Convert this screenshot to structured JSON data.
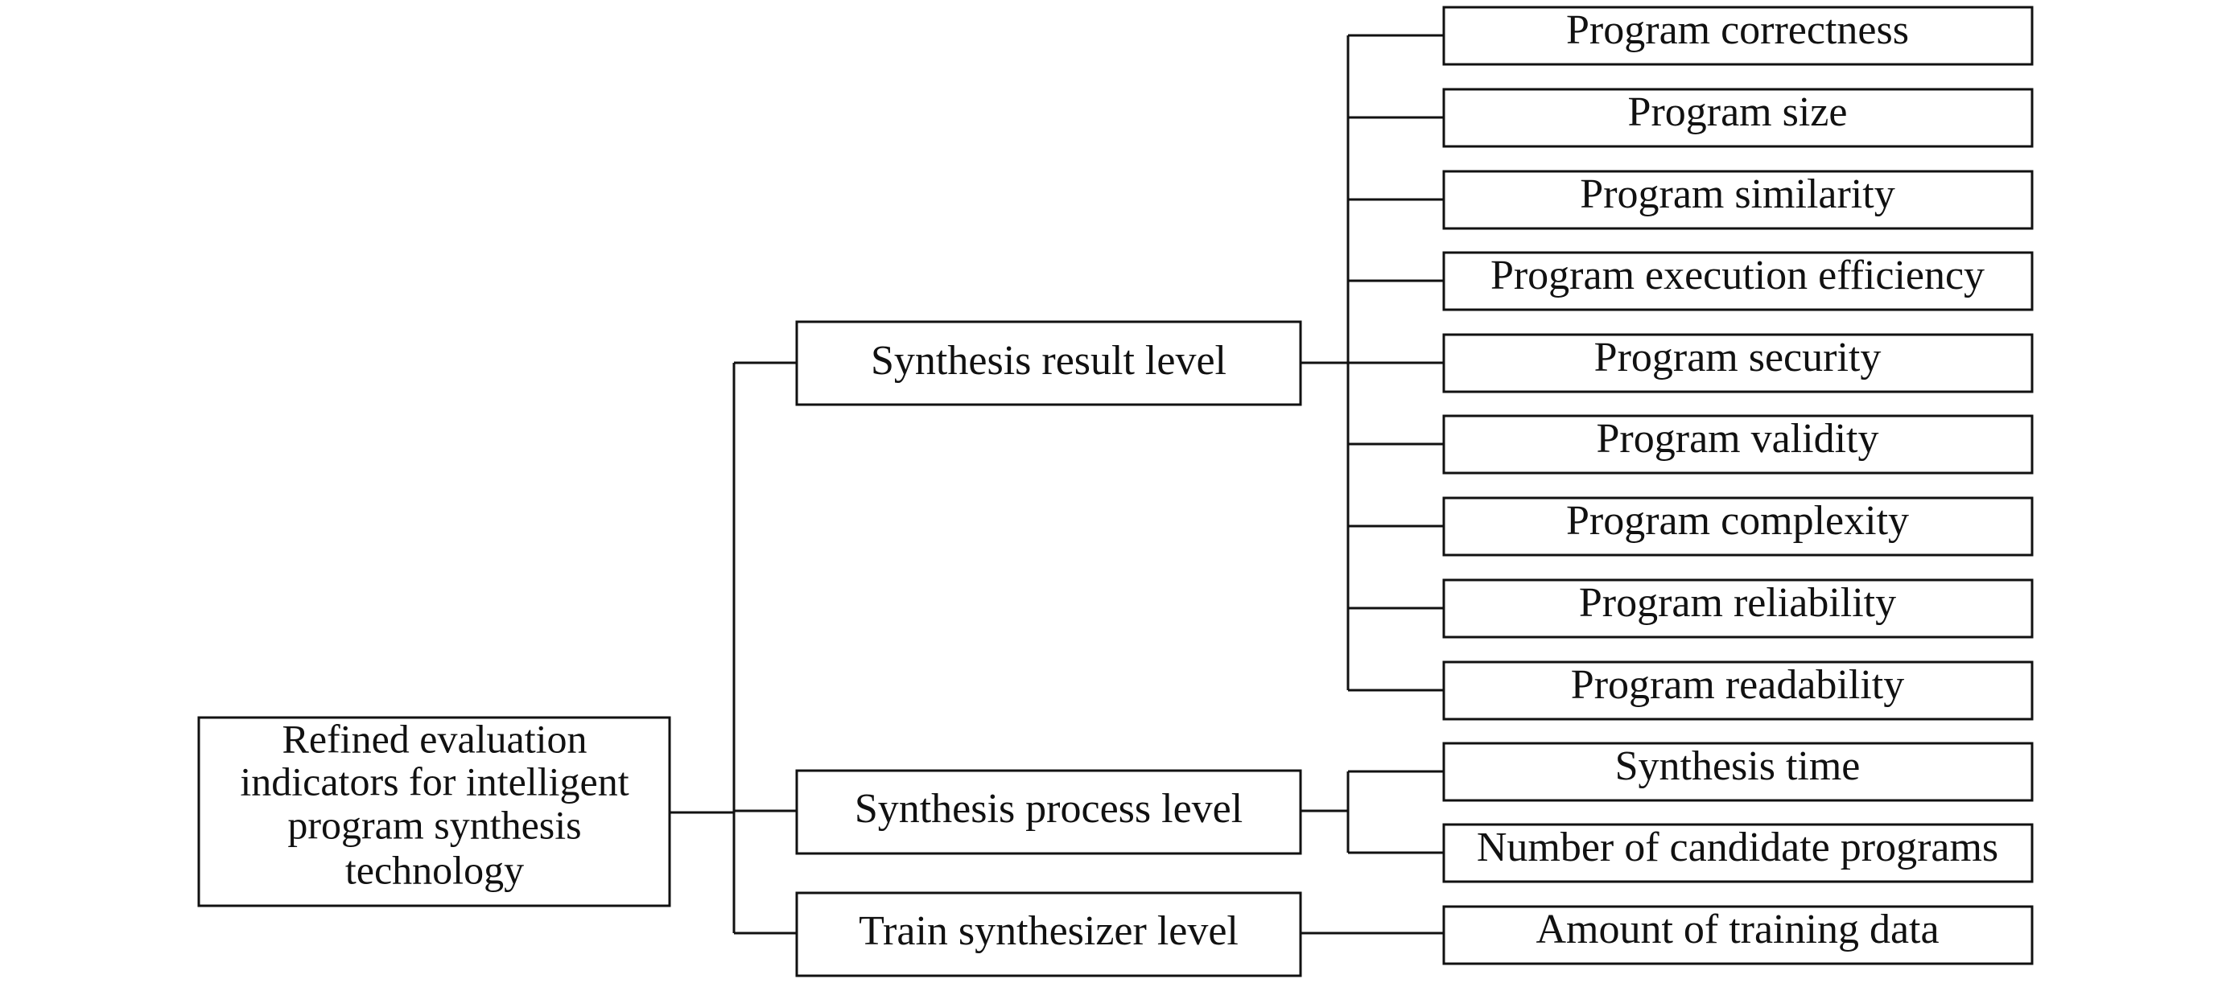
{
  "root": {
    "lines": [
      "Refined evaluation",
      "indicators for intelligent",
      "program synthesis",
      "technology"
    ]
  },
  "levels": [
    {
      "label": "Synthesis result level",
      "indicators": [
        "Program correctness",
        "Program size",
        "Program similarity",
        "Program execution efficiency",
        "Program security",
        "Program validity",
        "Program complexity",
        "Program reliability",
        "Program readability"
      ]
    },
    {
      "label": "Synthesis process level",
      "indicators": [
        "Synthesis time",
        "Number of candidate programs"
      ]
    },
    {
      "label": "Train synthesizer level",
      "indicators": [
        "Amount of training data"
      ]
    }
  ]
}
